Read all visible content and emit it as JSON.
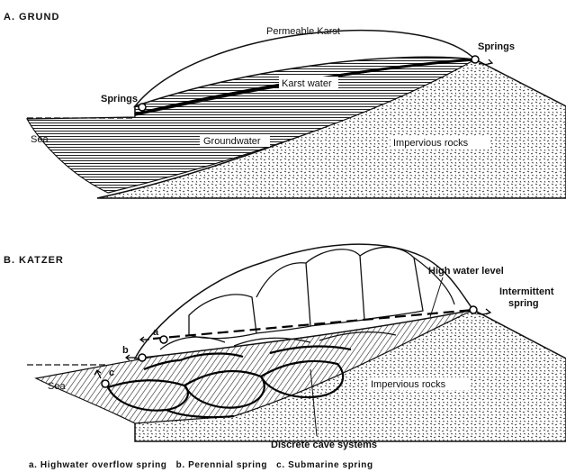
{
  "panel_a": {
    "heading": "A. GRUND",
    "labels": {
      "permeable_karst": "Permeable Karst",
      "springs_right": "Springs",
      "springs_left": "Springs",
      "karst_water": "Karst water",
      "sea": "Sea",
      "groundwater": "Groundwater",
      "impervious_rocks": "Impervious rocks"
    }
  },
  "panel_b": {
    "heading": "B. KATZER",
    "labels": {
      "high_water_level": "High water level",
      "intermittent_line1": "Intermittent",
      "intermittent_line2": "spring",
      "marker_a": "a",
      "marker_b": "b",
      "marker_c": "c",
      "sea": "Sea",
      "impervious_rocks": "Impervious rocks",
      "discrete_cave_systems": "Discrete cave systems"
    }
  },
  "caption": "a. Highwater overflow spring   b. Perennial spring   c. Submarine spring"
}
